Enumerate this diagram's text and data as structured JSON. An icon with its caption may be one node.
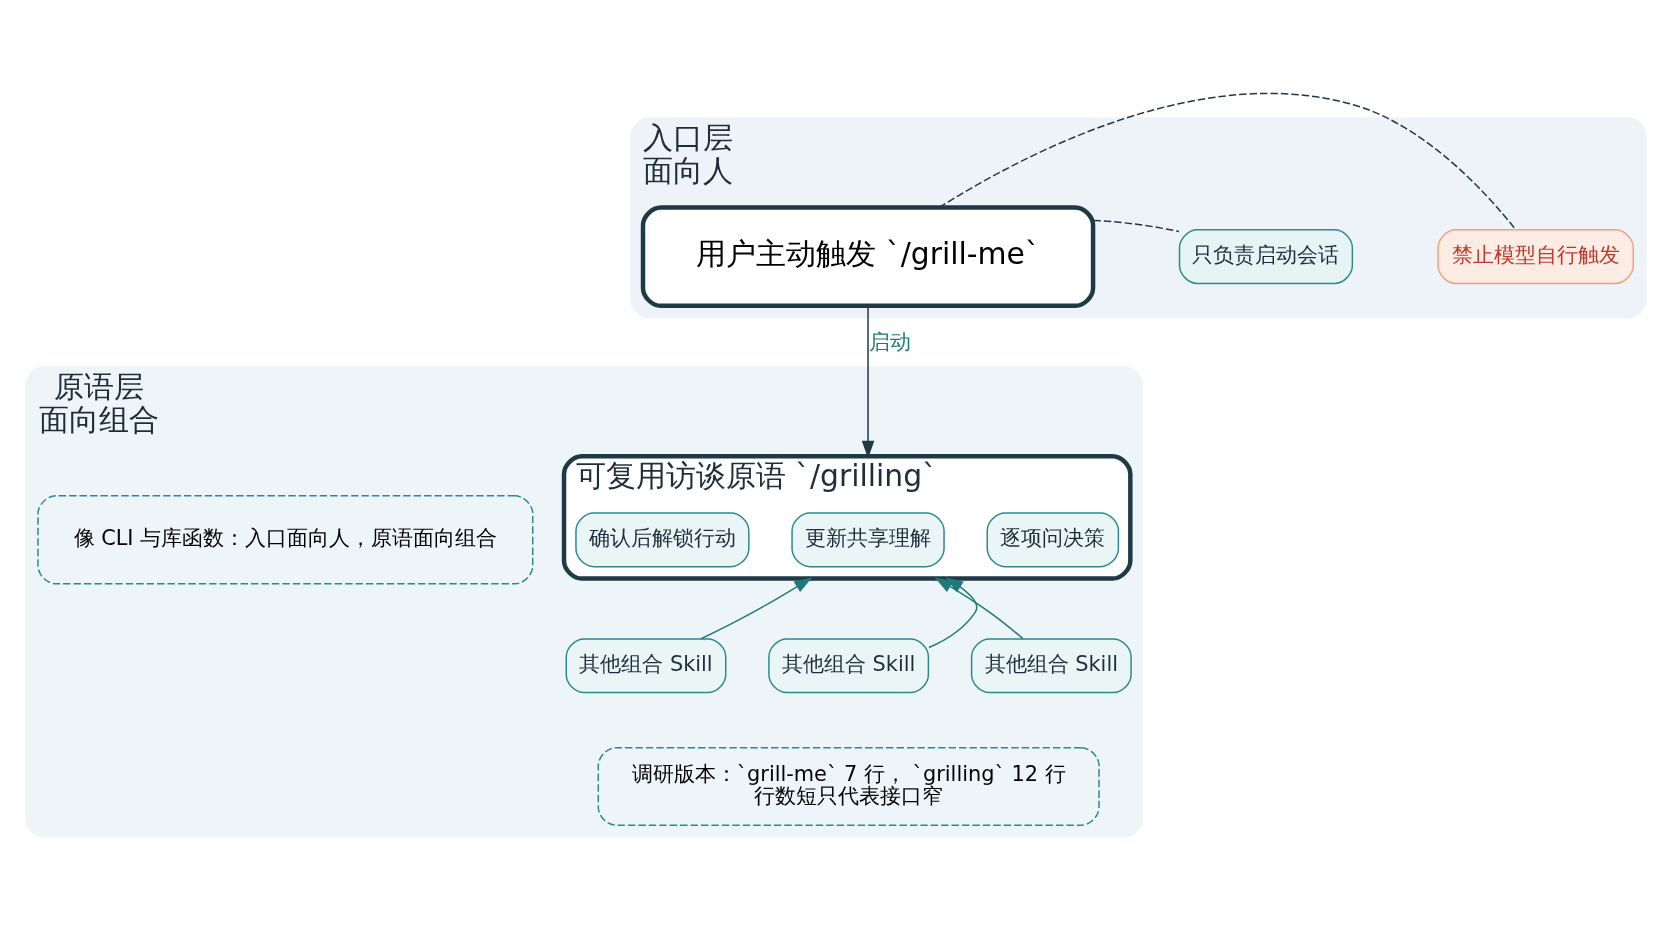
{
  "diagram": {
    "nodes": [
      {
        "text": [
          "入口层",
          "面向人"
        ]
      },
      {
        "text": [
          "用户主动触发 `/grill-me`"
        ],
        "in": 0
      },
      {
        "text": [
          "只负责启动会话"
        ],
        "in": 0
      },
      {
        "text": [
          "禁止模型自行触发"
        ],
        "in": 0
      },
      {
        "text": [
          "原语层",
          "面向组合"
        ]
      },
      {
        "text": [
          "可复用访谈原语 `/grilling`"
        ],
        "in": 4
      },
      {
        "text": [
          "逐项问决策"
        ],
        "in": 5
      },
      {
        "text": [
          "更新共享理解"
        ],
        "in": 5
      },
      {
        "text": [
          "确认后解锁行动"
        ],
        "in": 5
      },
      {
        "text": [
          "其他组合 Skill"
        ],
        "in": 4
      },
      {
        "text": [
          "其他组合 Skill"
        ],
        "in": 4
      },
      {
        "text": [
          "其他组合 Skill"
        ],
        "in": 4
      },
      {
        "text": [
          "像 CLI 与库函数：入口面向人，原语面向组合"
        ],
        "in": 4
      },
      {
        "text": [
          "调研版本：`grill-me` 7 行， `grilling` 12 行",
          "行数短只代表接口窄"
        ],
        "in": 4
      }
    ],
    "edges": [
      {
        "from": 1,
        "to": 2,
        "arrow": "none",
        "style": "dashed"
      },
      {
        "from": 1,
        "to": 3,
        "arrow": "none",
        "style": "dashed"
      },
      {
        "from": 1,
        "to": 5,
        "arrow": "to",
        "label": "启动"
      },
      {
        "from": 9,
        "to": 5,
        "arrow": "to",
        "color": "#1f7a7a"
      },
      {
        "from": 10,
        "to": 5,
        "arrow": "to",
        "color": "#1f7a7a"
      },
      {
        "from": 11,
        "to": 5,
        "arrow": "to",
        "color": "#1f7a7a"
      }
    ]
  }
}
